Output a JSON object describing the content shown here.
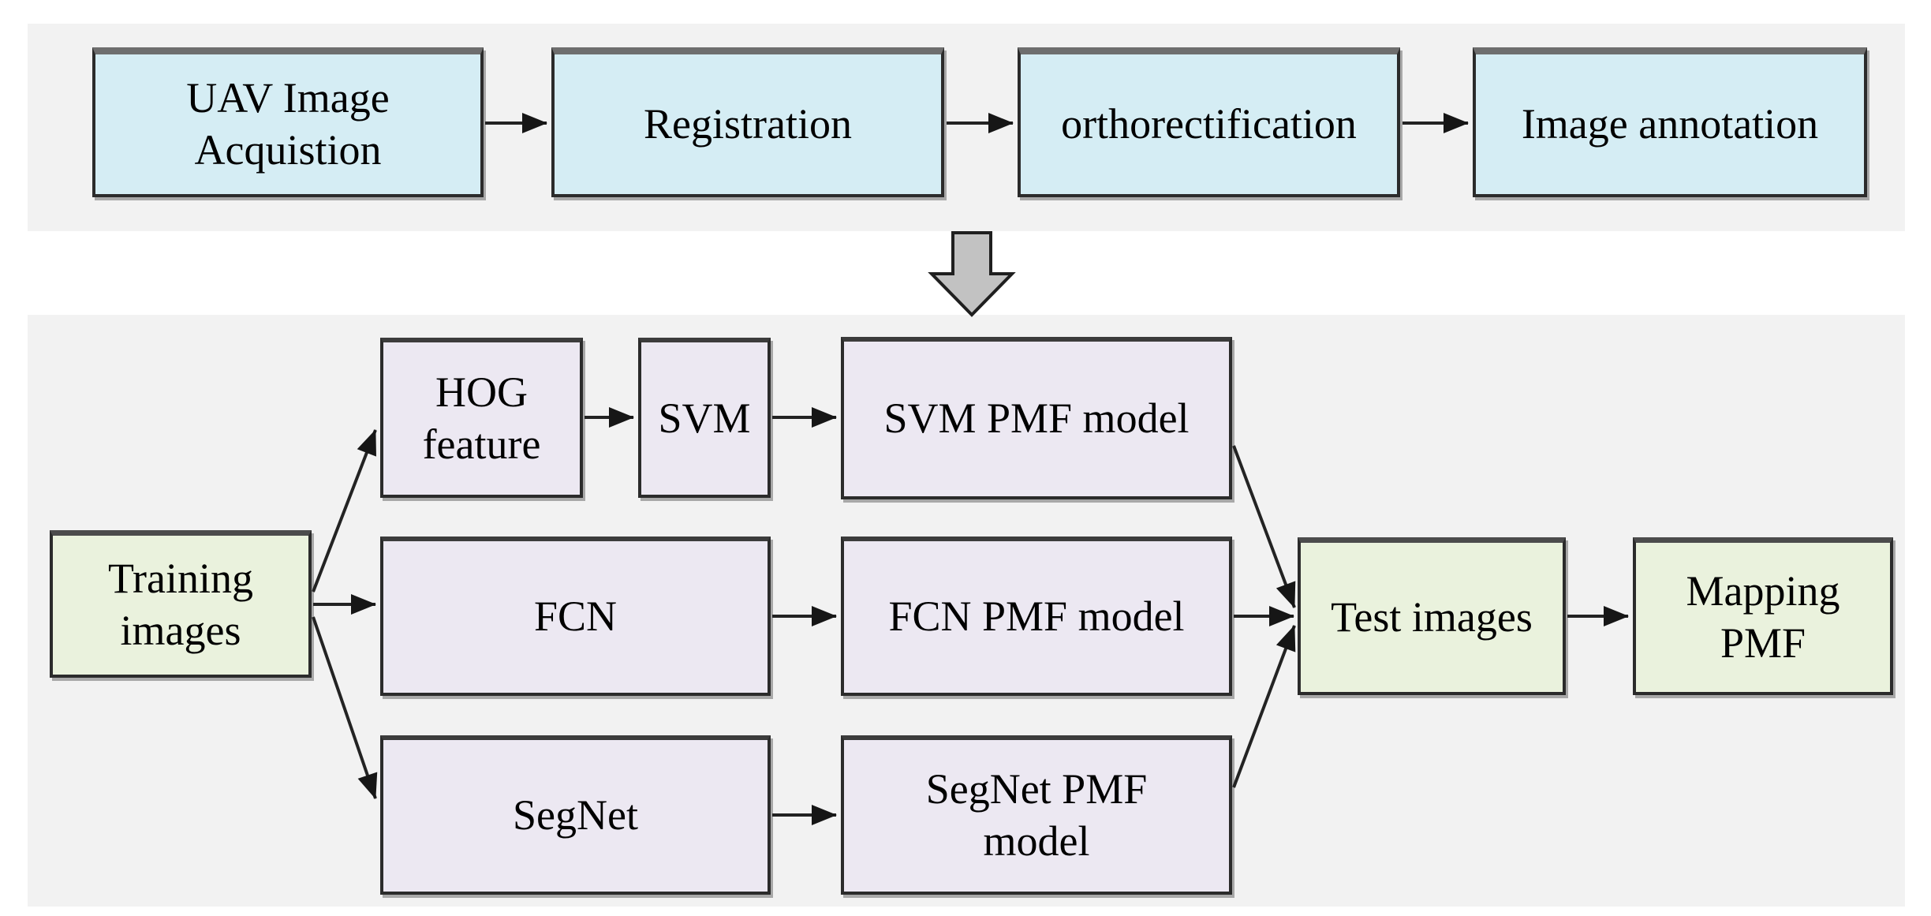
{
  "diagram": {
    "boxes": {
      "uav": "UAV Image\nAcquistion",
      "registration": "Registration",
      "ortho": "orthorectification",
      "annotation": "Image annotation",
      "hog": "HOG\nfeature",
      "svm": "SVM",
      "svm_pmf": "SVM PMF model",
      "training": "Training\nimages",
      "fcn": "FCN",
      "fcn_pmf": "FCN PMF model",
      "segnet": "SegNet",
      "segnet_pmf": "SegNet PMF\nmodel",
      "test": "Test images",
      "mapping": "Mapping\nPMF"
    },
    "colors": {
      "panel_background": "#f2f2f2",
      "preprocess_box_fill": "#d5edf4",
      "data_box_fill": "#eaf2dd",
      "model_box_fill": "#ece8f2",
      "box_border": "#2b2b2b",
      "arrow_stroke": "#232323",
      "section_connector_fill": "#c2c2c2"
    }
  }
}
